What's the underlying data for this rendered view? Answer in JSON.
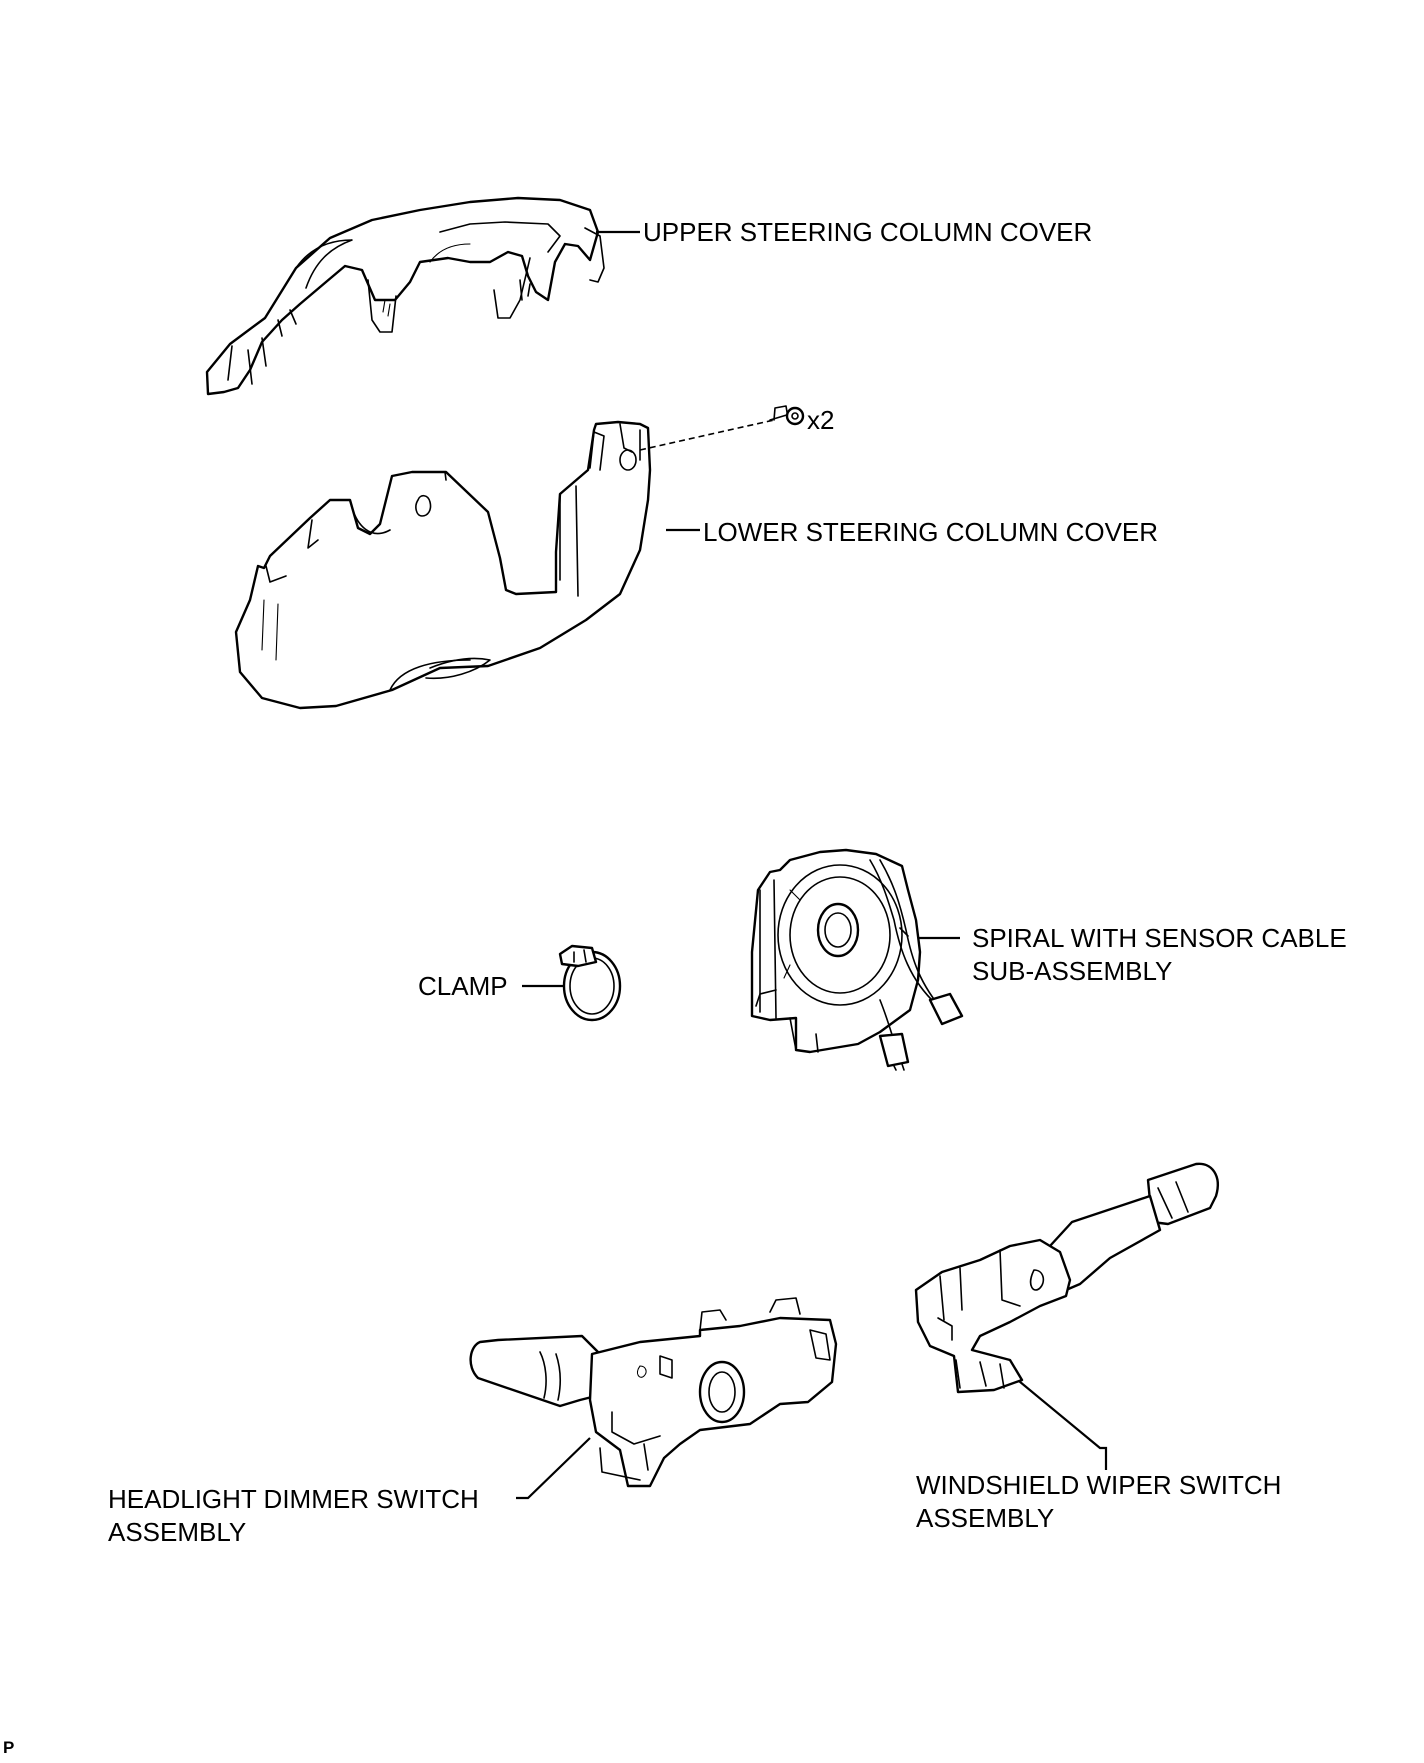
{
  "labels": {
    "upper_cover": "UPPER STEERING COLUMN COVER",
    "lower_cover": "LOWER STEERING COLUMN COVER",
    "screw_qty": "x2",
    "clamp": "CLAMP",
    "spiral_line1": "SPIRAL WITH SENSOR CABLE",
    "spiral_line2": "SUB-ASSEMBLY",
    "headlight_line1": "HEADLIGHT DIMMER SWITCH",
    "headlight_line2": "ASSEMBLY",
    "wiper_line1": "WINDSHIELD WIPER SWITCH",
    "wiper_line2": "ASSEMBLY"
  },
  "corner_mark": "P"
}
